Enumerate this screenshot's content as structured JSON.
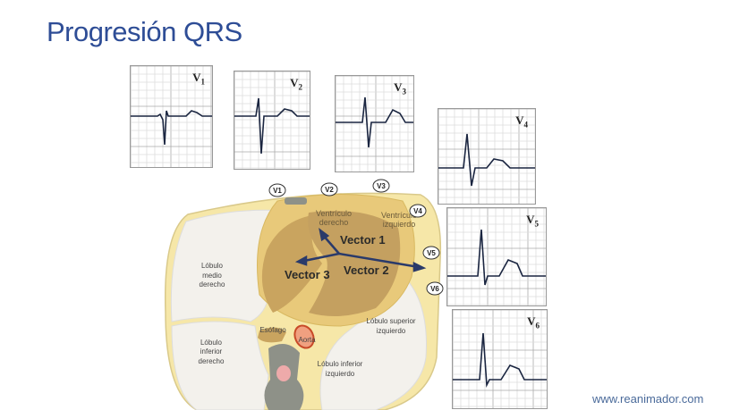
{
  "slide": {
    "title": "Progresión QRS",
    "footer": "www.reanimador.com"
  },
  "ecg_panels": [
    {
      "lead": "V",
      "sub": "1"
    },
    {
      "lead": "V",
      "sub": "2"
    },
    {
      "lead": "V",
      "sub": "3"
    },
    {
      "lead": "V",
      "sub": "4"
    },
    {
      "lead": "V",
      "sub": "5"
    },
    {
      "lead": "V",
      "sub": "6"
    }
  ],
  "diagram": {
    "electrodes": [
      "V1",
      "V2",
      "V3",
      "V4",
      "V5",
      "V6"
    ],
    "labels": {
      "rv": [
        "Ventrículo",
        "derecho"
      ],
      "lv": [
        "Ventrículo",
        "izquierdo"
      ],
      "vector1": "Vector 1",
      "vector2": "Vector 2",
      "vector3": "Vector 3",
      "rml": [
        "Lóbulo",
        "medio",
        "derecho"
      ],
      "ril": [
        "Lóbulo",
        "inferior",
        "derecho"
      ],
      "lsl": [
        "Lóbulo superior",
        "izquierdo"
      ],
      "lil": [
        "Lóbulo inferior",
        "izquierdo"
      ],
      "esophagus": "Esófago",
      "aorta": "Aorta"
    }
  }
}
